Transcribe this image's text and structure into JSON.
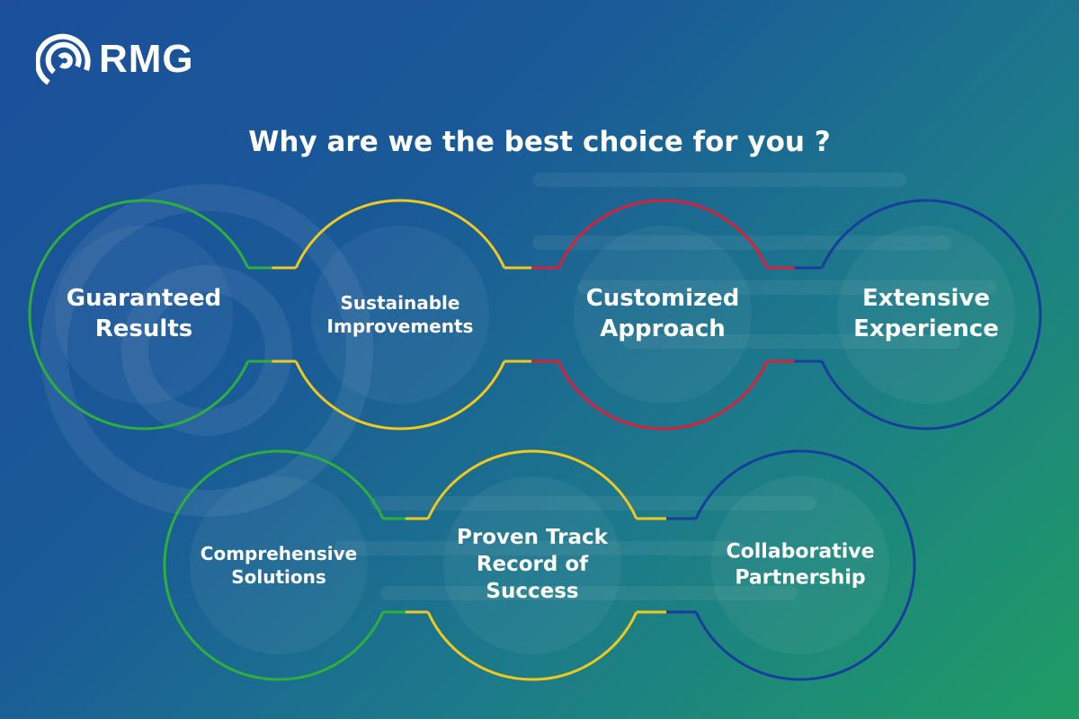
{
  "logo": {
    "text": "RMG"
  },
  "title": "Why are we the best choice for you ?",
  "colors": {
    "green": "#2fae3e",
    "yellow": "#f0c91e",
    "red": "#d9203a",
    "blue": "#153f9b"
  },
  "rows": [
    {
      "items": [
        {
          "label": "Guaranteed\nResults",
          "color": "#2fae3e"
        },
        {
          "label": "Sustainable\nImprovements",
          "color": "#f0c91e"
        },
        {
          "label": "Customized\nApproach",
          "color": "#d9203a"
        },
        {
          "label": "Extensive\nExperience",
          "color": "#153f9b"
        }
      ]
    },
    {
      "items": [
        {
          "label": "Comprehensive\nSolutions",
          "color": "#2fae3e"
        },
        {
          "label": "Proven Track\nRecord of\nSuccess",
          "color": "#f0c91e"
        },
        {
          "label": "Collaborative\nPartnership",
          "color": "#153f9b"
        }
      ]
    }
  ]
}
